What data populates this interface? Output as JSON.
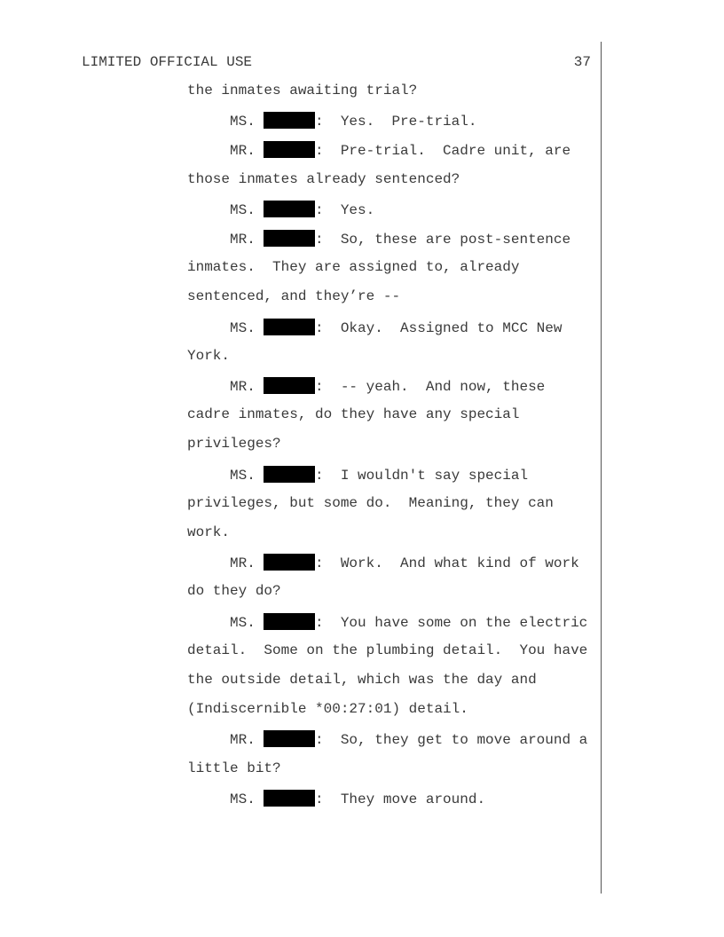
{
  "header": {
    "classification": "LIMITED OFFICIAL USE",
    "page_number": "37"
  },
  "lines": [
    {
      "n": "1",
      "text": "the inmates awaiting trial?"
    },
    {
      "n": "2",
      "speaker": "MS.",
      "text": "Yes.  Pre-trial."
    },
    {
      "n": "3",
      "speaker": "MR.",
      "text": "Pre-trial.  Cadre unit, are"
    },
    {
      "n": "4",
      "text": "those inmates already sentenced?"
    },
    {
      "n": "5",
      "speaker": "MS.",
      "text": "Yes."
    },
    {
      "n": "6",
      "speaker": "MR.",
      "text": "So, these are post-sentence"
    },
    {
      "n": "7",
      "text": "inmates.  They are assigned to, already"
    },
    {
      "n": "8",
      "text": "sentenced, and they’re --"
    },
    {
      "n": "9",
      "speaker": "MS.",
      "text": "Okay.  Assigned to MCC New"
    },
    {
      "n": "10",
      "text": "York."
    },
    {
      "n": "11",
      "speaker": "MR.",
      "text": "-- yeah.  And now, these"
    },
    {
      "n": "12",
      "text": "cadre inmates, do they have any special"
    },
    {
      "n": "13",
      "text": "privileges?"
    },
    {
      "n": "14",
      "speaker": "MS.",
      "text": "I wouldn't say special"
    },
    {
      "n": "15",
      "text": "privileges, but some do.  Meaning, they can"
    },
    {
      "n": "16",
      "text": "work."
    },
    {
      "n": "17",
      "speaker": "MR.",
      "text": "Work.  And what kind of work"
    },
    {
      "n": "18",
      "text": "do they do?"
    },
    {
      "n": "19",
      "speaker": "MS.",
      "text": "You have some on the electric"
    },
    {
      "n": "20",
      "text": "detail.  Some on the plumbing detail.  You have"
    },
    {
      "n": "21",
      "text": "the outside detail, which was the day and"
    },
    {
      "n": "22",
      "text": "(Indiscernible *00:27:01) detail."
    },
    {
      "n": "23",
      "speaker": "MR.",
      "text": "So, they get to move around a"
    },
    {
      "n": "24",
      "text": "little bit?"
    },
    {
      "n": "25",
      "speaker": "MS.",
      "text": "They move around."
    }
  ]
}
